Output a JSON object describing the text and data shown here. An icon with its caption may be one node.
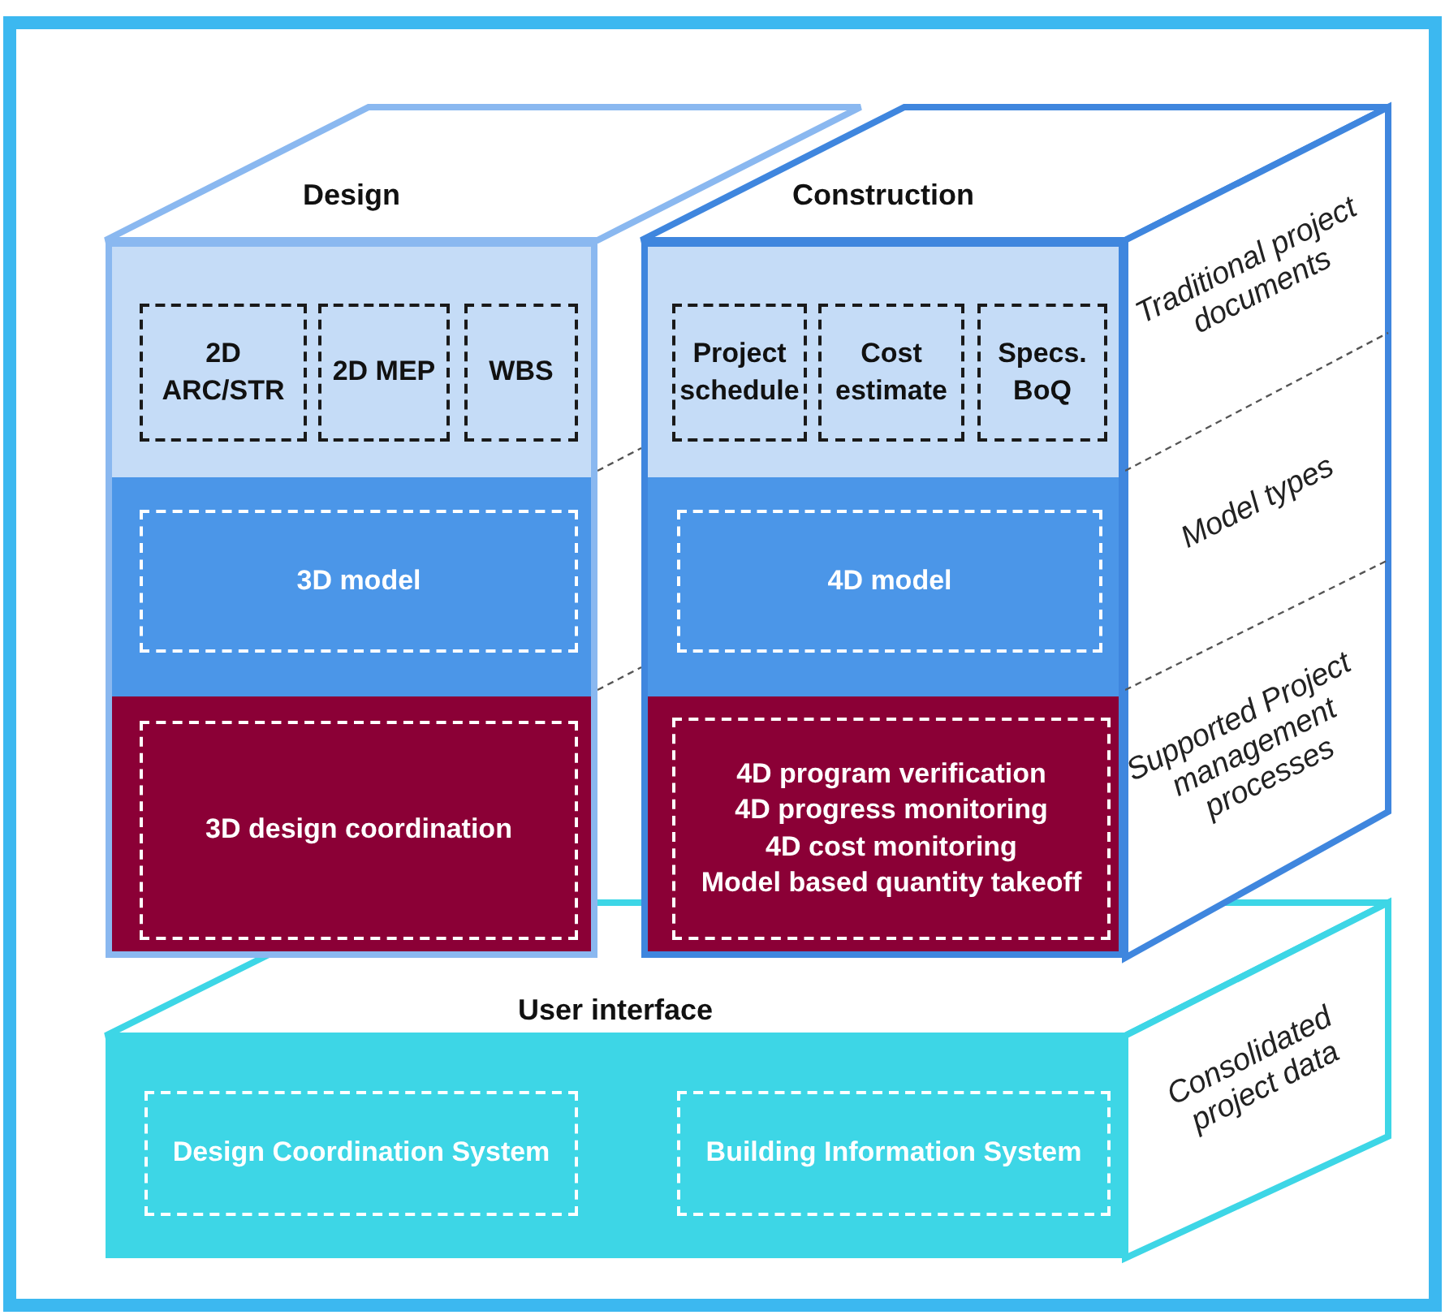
{
  "diagram": {
    "nodes": [
      {
        "text": [
          "Design"
        ]
      },
      {
        "text": [
          "2D ARC/STR"
        ],
        "in": 0
      },
      {
        "text": [
          "2D MEP"
        ],
        "in": 0
      },
      {
        "text": [
          "WBS"
        ],
        "in": 0
      },
      {
        "text": [
          "3D model"
        ],
        "in": 0
      },
      {
        "text": [
          "3D design coordination"
        ],
        "in": 0
      },
      {
        "text": [
          "Construction"
        ]
      },
      {
        "text": [
          "Project schedule"
        ],
        "in": 6
      },
      {
        "text": [
          "Cost estimate"
        ],
        "in": 6
      },
      {
        "text": [
          "Specs. BoQ"
        ],
        "in": 6
      },
      {
        "text": [
          "4D model"
        ],
        "in": 6
      },
      {
        "text": [
          "4D program verification",
          "4D progress monitoring",
          "4D cost monitoring",
          "Model based quantity takeoff"
        ],
        "in": 6
      },
      {
        "text": [
          "User interface"
        ]
      },
      {
        "text": [
          "Design Coordination System"
        ],
        "in": 12
      },
      {
        "text": [
          "Building Information System"
        ],
        "in": 12
      }
    ],
    "labels": [
      "Traditional project documents",
      "Model types",
      "Supported Project management processes",
      "Consolidated project data"
    ]
  }
}
